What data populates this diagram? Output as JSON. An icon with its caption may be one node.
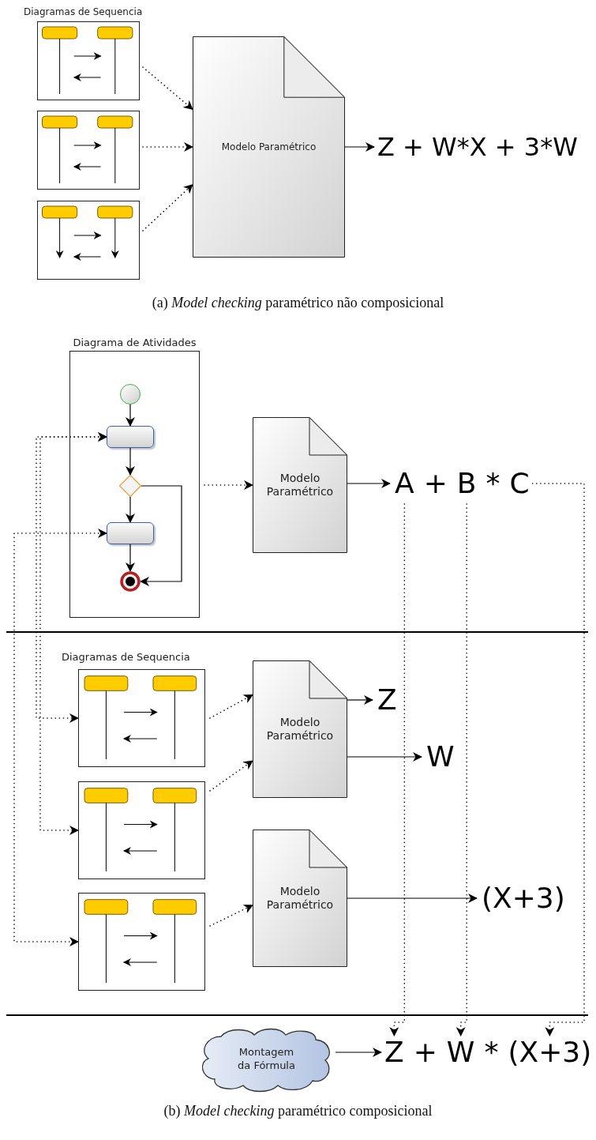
{
  "diagram": {
    "nodes": [
      {
        "text": [],
        "shape": "picture"
      },
      {
        "text": [],
        "shape": "picture"
      },
      {
        "text": [],
        "shape": "picture"
      },
      {
        "text": [
          "Modelo Paramétrico"
        ]
      },
      {
        "text": [
          "Z + W*X + 3*W"
        ]
      },
      {
        "text": [
          "Diagrama de Atividades"
        ]
      },
      {
        "text": [],
        "shape": "circle",
        "in": 5
      },
      {
        "text": [],
        "shape": "box",
        "in": 5
      },
      {
        "text": [],
        "shape": "diamond",
        "in": 5
      },
      {
        "text": [],
        "shape": "box",
        "in": 5
      },
      {
        "text": [],
        "shape": "circle",
        "in": 5
      },
      {
        "text": [
          "Modelo Paramétrico"
        ]
      },
      {
        "text": [
          "A"
        ]
      },
      {
        "text": [
          "B"
        ]
      },
      {
        "text": [
          "C"
        ]
      },
      {
        "text": [],
        "shape": "picture"
      },
      {
        "text": [],
        "shape": "picture"
      },
      {
        "text": [],
        "shape": "picture"
      },
      {
        "text": [
          "Modelo Paramétrico"
        ]
      },
      {
        "text": [
          "Modelo Paramétrico"
        ]
      },
      {
        "text": [
          "Z"
        ]
      },
      {
        "text": [
          "W"
        ]
      },
      {
        "text": [
          "(X+3)"
        ]
      },
      {
        "text": [
          "Montagem da Fórmula"
        ]
      },
      {
        "text": [
          "Z"
        ]
      },
      {
        "text": [
          "W"
        ]
      },
      {
        "text": [
          "(X+3)"
        ]
      }
    ],
    "edges": [
      {
        "from": 0,
        "to": 3,
        "arrow": "to",
        "style": "dashed"
      },
      {
        "from": 1,
        "to": 3,
        "arrow": "to",
        "style": "dashed"
      },
      {
        "from": 2,
        "to": 3,
        "arrow": "to",
        "style": "dashed"
      },
      {
        "from": 3,
        "to": 4,
        "arrow": "to"
      },
      {
        "from": 6,
        "to": 7,
        "arrow": "to"
      },
      {
        "from": 7,
        "to": 8,
        "arrow": "to"
      },
      {
        "from": 8,
        "to": 9,
        "arrow": "to"
      },
      {
        "from": 9,
        "to": 10,
        "arrow": "to"
      },
      {
        "from": 8,
        "to": 10,
        "arrow": "to"
      },
      {
        "from": 5,
        "to": 11,
        "arrow": "to",
        "style": "dashed"
      },
      {
        "from": 11,
        "to": 12,
        "arrow": "to"
      },
      {
        "from": 7,
        "to": 15,
        "arrow": "both",
        "style": "dashed"
      },
      {
        "from": 7,
        "to": 16,
        "arrow": "both",
        "style": "dashed"
      },
      {
        "from": 9,
        "to": 17,
        "arrow": "both",
        "style": "dashed"
      },
      {
        "from": 15,
        "to": 18,
        "arrow": "to",
        "style": "dashed"
      },
      {
        "from": 16,
        "to": 18,
        "arrow": "to",
        "style": "dashed"
      },
      {
        "from": 17,
        "to": 19,
        "arrow": "to",
        "style": "dashed"
      },
      {
        "from": 18,
        "to": 20,
        "arrow": "to"
      },
      {
        "from": 18,
        "to": 21,
        "arrow": "to"
      },
      {
        "from": 19,
        "to": 22,
        "arrow": "to"
      },
      {
        "from": 12,
        "to": 24,
        "arrow": "to",
        "style": "dashed"
      },
      {
        "from": 13,
        "to": 25,
        "arrow": "to",
        "style": "dashed"
      },
      {
        "from": 14,
        "to": 26,
        "arrow": "to",
        "style": "dashed"
      },
      {
        "from": 23,
        "to": 24,
        "arrow": "to"
      }
    ],
    "labels": [
      "Diagramas de Sequencia",
      "(a) *Model checking* paramétrico não composicional",
      "+",
      "*",
      "Diagramas de Sequencia",
      "+",
      "*",
      "(b) *Model checking* paramétrico composicional"
    ]
  }
}
